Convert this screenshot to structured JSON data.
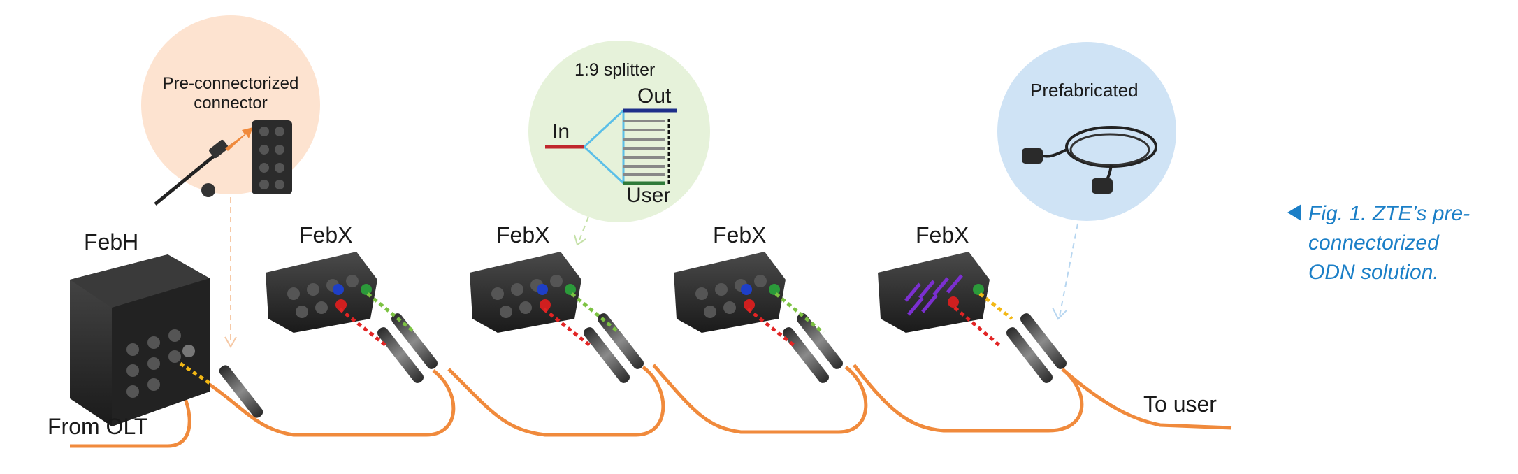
{
  "labels": {
    "from_olt": "From OLT",
    "to_user": "To user",
    "febh": "FebH",
    "febx": "FebX"
  },
  "bubbles": {
    "connector_title": "Pre-connectorized\nconnector",
    "splitter_title": "1:9 splitter",
    "splitter_in": "In",
    "splitter_out": "Out",
    "splitter_user": "User",
    "prefab_title": "Prefabricated"
  },
  "caption": "Fig. 1. ZTE’s pre-\nconnectorized\nODN solution.",
  "colors": {
    "cable": "#f08a3c",
    "connector_bubble": "#fde3d0",
    "splitter_bubble": "#e6f2da",
    "prefab_bubble": "#cfe3f5",
    "caption": "#1b7fc7",
    "splitter_lines": "#5bbfe8",
    "in_line": "#c0272d",
    "out_line": "#1e2f8a",
    "user_line": "#2f7a3a",
    "arrow_red": "#e22424",
    "arrow_green": "#7cc242",
    "arrow_yellow": "#f3b815"
  }
}
